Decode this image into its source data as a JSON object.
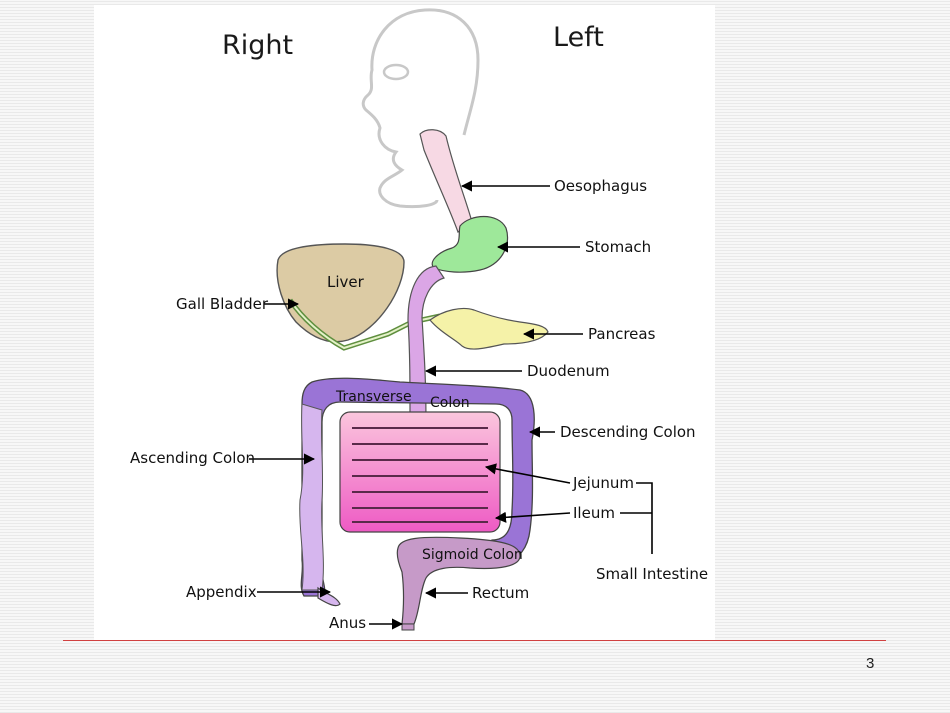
{
  "slide": {
    "page_number": "3"
  },
  "diagram": {
    "side_right": "Right",
    "side_left": "Left",
    "labels": {
      "oesophagus": "Oesophagus",
      "stomach": "Stomach",
      "liver": "Liver",
      "gall_bladder": "Gall Bladder",
      "pancreas": "Pancreas",
      "duodenum": "Duodenum",
      "transverse": "Transverse",
      "colon": "Colon",
      "descending_colon": "Descending Colon",
      "ascending_colon": "Ascending Colon",
      "jejunum": "Jejunum",
      "ileum": "Ileum",
      "small_intestine": "Small Intestine",
      "sigmoid_colon": "Sigmoid Colon",
      "appendix": "Appendix",
      "rectum": "Rectum",
      "anus": "Anus"
    },
    "colors": {
      "head_outline": "#c8c8c8",
      "oesophagus": "#f7d9e4",
      "stomach": "#9ee89a",
      "liver": "#dccba4",
      "gall_bladder_duct": "#5f8f3f",
      "pancreas": "#f5f2a8",
      "duodenum": "#dba6e6",
      "large_intestine": "#9a74d6",
      "ascending_colon": "#d6b6ee",
      "small_intestine_upper": "#f7a8d0",
      "small_intestine_lower": "#ee64c8",
      "sigmoid": "#c69ac8",
      "footer_rule": "#d04040"
    }
  }
}
